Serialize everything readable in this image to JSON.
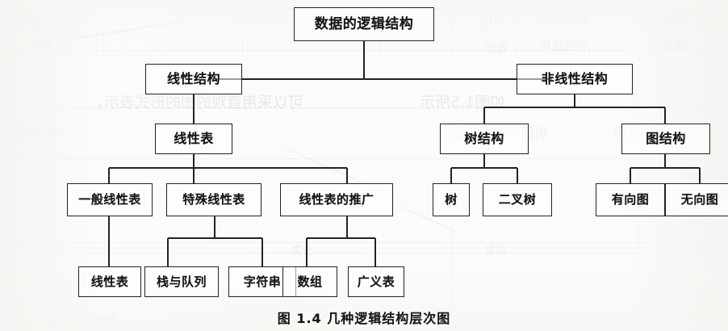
{
  "figure": {
    "caption": "图 1.4    几种逻辑结构层次图",
    "caption_label": "图 1.4",
    "caption_title": "几种逻辑结构层次图",
    "type": "hierarchy-tree",
    "root": "数据的逻辑结构"
  },
  "nodes": {
    "root": {
      "label": "数据的逻辑结构",
      "level": 1
    },
    "linear": {
      "label": "线性结构",
      "level": 2
    },
    "nonlinear": {
      "label": "非线性结构",
      "level": 2
    },
    "linear_list": {
      "label": "线性表",
      "level": 3
    },
    "tree_struct": {
      "label": "树结构",
      "level": 3
    },
    "graph_struct": {
      "label": "图结构",
      "level": 3
    },
    "general_list": {
      "label": "一般线性表",
      "level": 4
    },
    "special_list": {
      "label": "特殊线性表",
      "level": 4
    },
    "extended_list": {
      "label": "线性表的推广",
      "level": 4
    },
    "tree": {
      "label": "树",
      "level": 4
    },
    "binary_tree": {
      "label": "二叉树",
      "level": 4
    },
    "directed_graph": {
      "label": "有向图",
      "level": 4
    },
    "undirected_graph": {
      "label": "无向图",
      "level": 4
    },
    "leaf_linear_list": {
      "label": "线性表",
      "level": 5
    },
    "stack_queue": {
      "label": "栈与队列",
      "level": 5
    },
    "string": {
      "label": "字符串",
      "level": 5
    },
    "array": {
      "label": "数组",
      "level": 5
    },
    "generalized_list": {
      "label": "广义表",
      "level": 5
    }
  },
  "edges": [
    {
      "from": "root",
      "to": "linear"
    },
    {
      "from": "root",
      "to": "nonlinear"
    },
    {
      "from": "linear",
      "to": "linear_list"
    },
    {
      "from": "nonlinear",
      "to": "tree_struct"
    },
    {
      "from": "nonlinear",
      "to": "graph_struct"
    },
    {
      "from": "linear_list",
      "to": "general_list"
    },
    {
      "from": "linear_list",
      "to": "special_list"
    },
    {
      "from": "linear_list",
      "to": "extended_list"
    },
    {
      "from": "tree_struct",
      "to": "tree"
    },
    {
      "from": "tree_struct",
      "to": "binary_tree"
    },
    {
      "from": "graph_struct",
      "to": "directed_graph"
    },
    {
      "from": "graph_struct",
      "to": "undirected_graph"
    },
    {
      "from": "general_list",
      "to": "leaf_linear_list"
    },
    {
      "from": "special_list",
      "to": "stack_queue"
    },
    {
      "from": "special_list",
      "to": "string"
    },
    {
      "from": "extended_list",
      "to": "array"
    },
    {
      "from": "extended_list",
      "to": "generalized_list"
    }
  ],
  "colors": {
    "page_background": "#fbfbfa",
    "box_border": "#23231f",
    "text": "#141412",
    "edge_line": "#23231f"
  },
  "ghost_text": {
    "note": "faint show-through from the reverse side of the scanned page",
    "fragments": [
      "可以采用直观的图的形式表示",
      "树结构的示意图",
      "图结构的示意图",
      "数据元素之间的关系",
      "结构",
      "表示",
      "存储",
      "算法",
      "类型"
    ]
  }
}
